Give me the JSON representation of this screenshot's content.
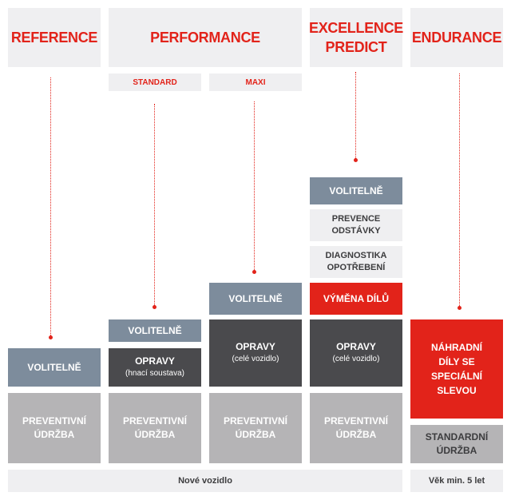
{
  "headers": {
    "reference": "REFERENCE",
    "performance": "PERFORMANCE",
    "excellence": "EXCELLENCE\nPREDICT",
    "endurance": "ENDURANCE"
  },
  "subheaders": {
    "standard": "STANDARD",
    "maxi": "MAXI"
  },
  "optional_label": "VOLITELNĚ",
  "repairs": {
    "title": "OPRAVY",
    "drivetrain": "(hnací soustava)",
    "whole_vehicle": "(celé vozidlo)"
  },
  "preventive": "PREVENTIVNÍ\nÚDRŽBA",
  "excellence_items": {
    "downtime_prevention": "PREVENCE\nODSTÁVKY",
    "wear_diagnostics": "DIAGNOSTIKA\nOPOTŘEBENÍ",
    "part_replacement": "VÝMĚNA DÍLŮ"
  },
  "endurance_items": {
    "spare_parts": "NÁHRADNÍ\nDÍLY SE\nSPECIÁLNÍ\nSLEVOU",
    "standard_maintenance": "STANDARDNÍ\nÚDRŽBA"
  },
  "footer": {
    "new_vehicle": "Nové vozidlo",
    "min_age": "Věk min. 5 let"
  },
  "colors": {
    "accent_red": "#e2231a",
    "slate": "#7d8c9c",
    "dark": "#4a4a4d",
    "grey": "#b5b4b6",
    "light": "#efeff1"
  }
}
